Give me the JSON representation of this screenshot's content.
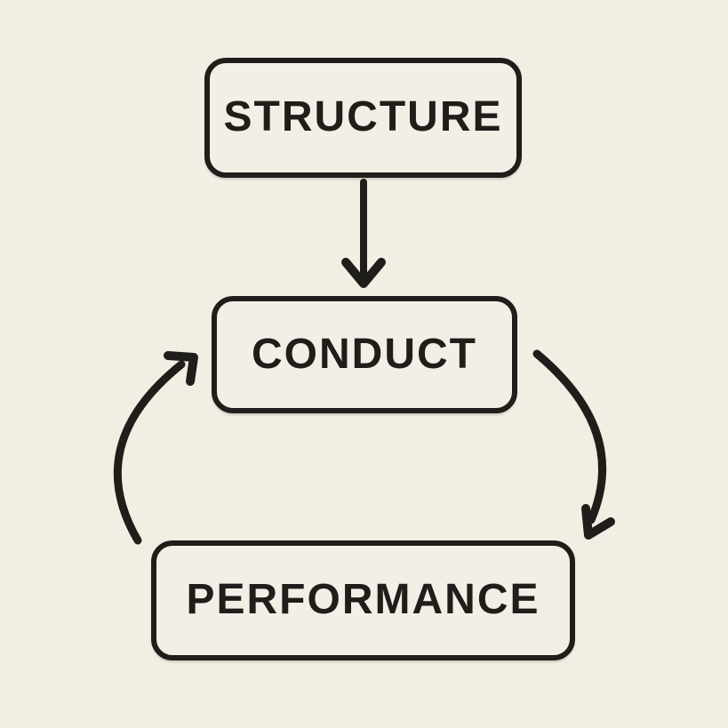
{
  "diagram": {
    "background_color": "#f2eee4",
    "ink_color": "#201e1b",
    "nodes": {
      "structure": {
        "label": "STRUCTURE"
      },
      "conduct": {
        "label": "CONDUCT"
      },
      "performance": {
        "label": "PERFORMANCE"
      }
    },
    "edges": [
      {
        "from": "STRUCTURE",
        "to": "CONDUCT",
        "style": "straight-arrow-down"
      },
      {
        "from": "CONDUCT",
        "to": "PERFORMANCE",
        "style": "curved-arrow-right-side"
      },
      {
        "from": "PERFORMANCE",
        "to": "CONDUCT",
        "style": "curved-arrow-left-side"
      }
    ]
  }
}
